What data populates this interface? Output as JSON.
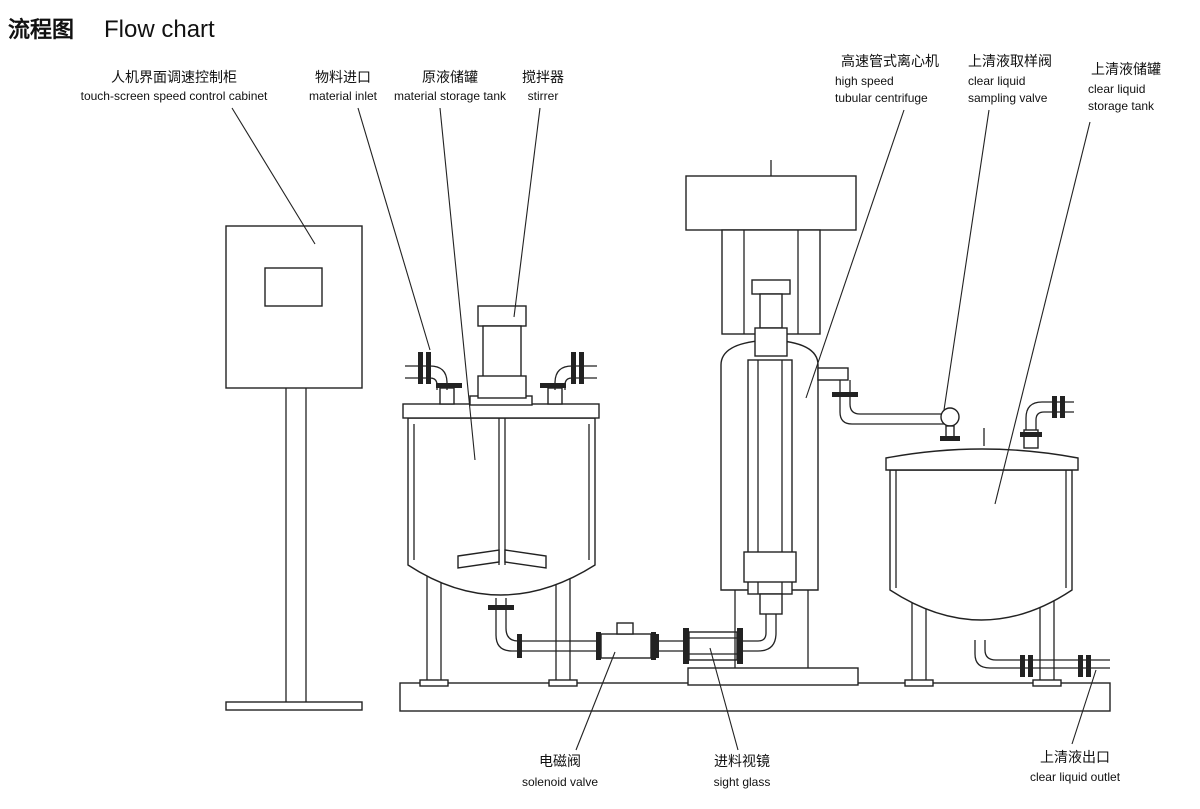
{
  "title": {
    "cn": "流程图",
    "en": "Flow chart"
  },
  "labels": {
    "cabinet": {
      "cn": "人机界面调速控制柜",
      "en": "touch-screen speed control cabinet"
    },
    "inlet": {
      "cn": "物料进口",
      "en": "material inlet"
    },
    "storage": {
      "cn": "原液储罐",
      "en": "material storage tank"
    },
    "stirrer": {
      "cn": "搅拌器",
      "en": "stirrer"
    },
    "centrifuge": {
      "cn": "高速管式离心机",
      "en1": "high speed",
      "en2": "tubular centrifuge"
    },
    "sampling": {
      "cn": "上清液取样阀",
      "en1": "clear liquid",
      "en2": "sampling valve"
    },
    "cleartank": {
      "cn": "上清液储罐",
      "en1": "clear liquid",
      "en2": "storage tank"
    },
    "solenoid": {
      "cn": "电磁阀",
      "en": "solenoid valve"
    },
    "sightglass": {
      "cn": "进料视镜",
      "en": "sight glass"
    },
    "outlet": {
      "cn": "上清液出口",
      "en": "clear liquid outlet"
    }
  }
}
